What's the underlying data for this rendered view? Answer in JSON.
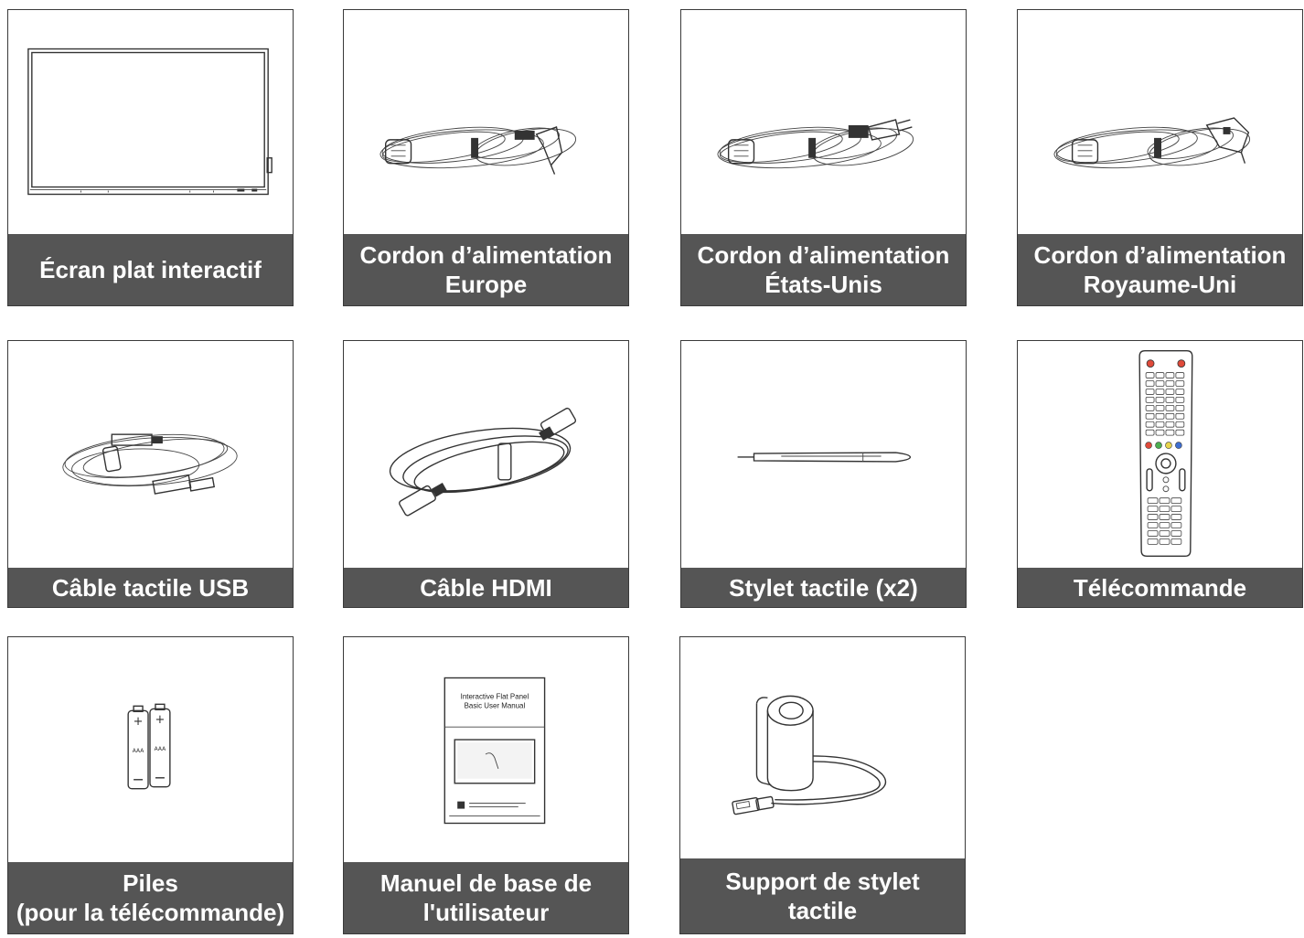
{
  "items": [
    {
      "id": "panel",
      "icon": "flat-panel-icon",
      "caption": [
        "Écran plat interactif"
      ]
    },
    {
      "id": "power-eu",
      "icon": "eu-power-cord-icon",
      "caption": [
        "Cordon d’alimentation",
        "Europe"
      ]
    },
    {
      "id": "power-us",
      "icon": "us-power-cord-icon",
      "caption": [
        "Cordon d’alimentation",
        "États-Unis"
      ]
    },
    {
      "id": "power-uk",
      "icon": "uk-power-cord-icon",
      "caption": [
        "Cordon d’alimentation",
        "Royaume-Uni"
      ]
    },
    {
      "id": "usb",
      "icon": "usb-cable-icon",
      "caption": [
        "Câble tactile USB"
      ]
    },
    {
      "id": "hdmi",
      "icon": "hdmi-cable-icon",
      "caption": [
        "Câble HDMI"
      ]
    },
    {
      "id": "stylus",
      "icon": "stylus-pen-icon",
      "caption": [
        "Stylet tactile (x2)"
      ]
    },
    {
      "id": "remote",
      "icon": "remote-control-icon",
      "caption": [
        "Télécommande"
      ]
    },
    {
      "id": "batteries",
      "icon": "aaa-batteries-icon",
      "caption": [
        "Piles",
        "(pour la télécommande)"
      ]
    },
    {
      "id": "manual",
      "icon": "user-manual-icon",
      "caption": [
        "Manuel de base de",
        "l'utilisateur"
      ]
    },
    {
      "id": "holder",
      "icon": "stylus-holder-icon",
      "caption": [
        "Support de stylet",
        "tactile"
      ]
    }
  ],
  "manual_cover": {
    "title_line1": "Interactive Flat Panel",
    "title_line2": "Basic User Manual"
  },
  "battery_label": "AAA"
}
